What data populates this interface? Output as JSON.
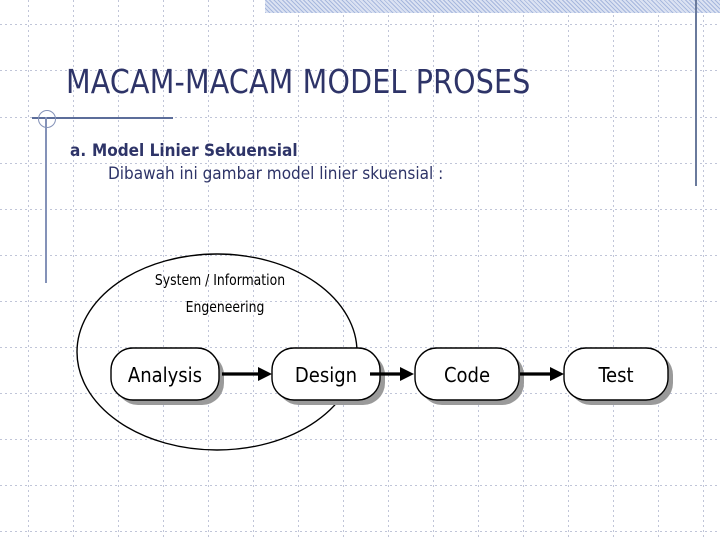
{
  "slide": {
    "title": "MACAM-MACAM MODEL PROSES",
    "accent_color": "#2e3468",
    "band_color": "#dbe2f2",
    "rule_color": "#5c6d9a"
  },
  "body": {
    "item_marker": "a.",
    "item_heading": "Model Linier Sekuensial",
    "item_subtext": "Dibawah ini gambar model linier skuensial :"
  },
  "diagram": {
    "type": "flow",
    "grouping_label_line1": "System / Information",
    "grouping_label_line2": "Engeneering",
    "stages": [
      {
        "label": "Analysis"
      },
      {
        "label": "Design"
      },
      {
        "label": "Code"
      },
      {
        "label": "Test"
      }
    ],
    "connector": "arrow-right",
    "box_fill": "#ffffff",
    "box_stroke": "#000000",
    "shadow_color": "#9a9a9a"
  }
}
